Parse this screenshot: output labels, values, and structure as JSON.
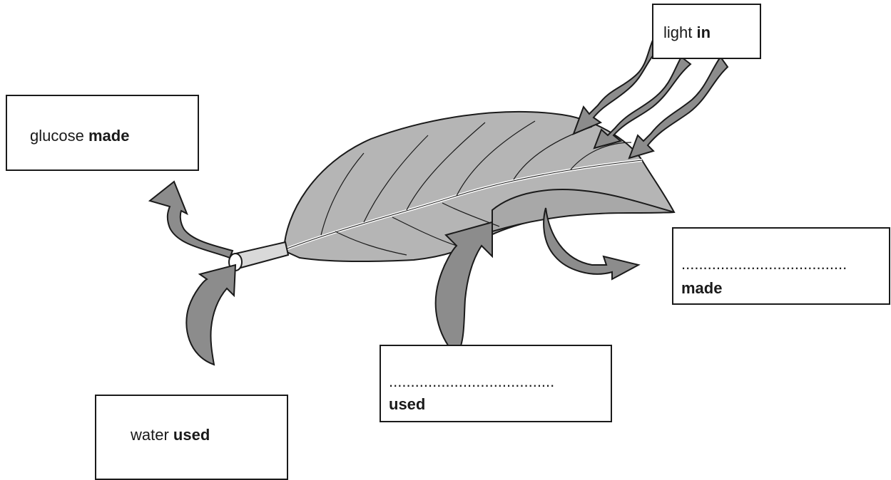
{
  "labels": {
    "light": {
      "word": "light",
      "bold": "in"
    },
    "glucose": {
      "word": "glucose",
      "bold": "made"
    },
    "water": {
      "word": "water",
      "bold": "used"
    },
    "blank_used": {
      "blank": "......................................",
      "bold": "used"
    },
    "blank_made": {
      "blank": "......................................",
      "bold": "made"
    }
  },
  "colors": {
    "leaf_fill": "#b5b5b5",
    "arrow_fill": "#8c8c8c",
    "outline": "#1a1a1a",
    "stem_fill": "#d9d9d9"
  }
}
